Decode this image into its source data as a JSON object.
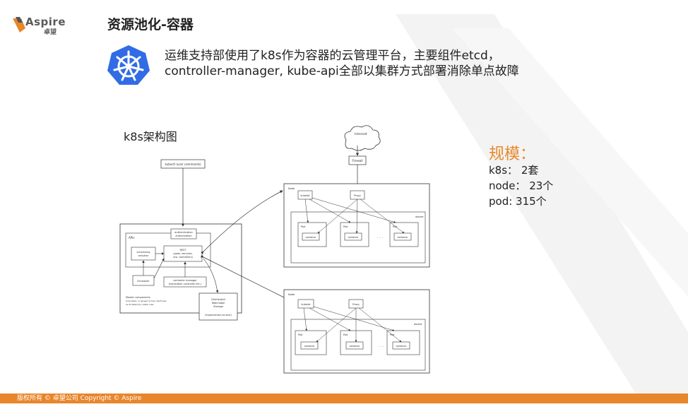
{
  "header": {
    "logo_text": "Aspire",
    "logo_sub": "卓望",
    "title": "资源池化-容器"
  },
  "intro": {
    "line1": "运维支持部使用了k8s作为容器的云管理平台，主要组件etcd，",
    "line2": "controller-manager, kube-api全部以集群方式部署消除单点故障"
  },
  "diagram": {
    "title": "k8s架构图",
    "internet": "Internet",
    "firewall": "Firewall",
    "kubectl": "kubectl (user commands)",
    "auth": "authentication\nauthorization",
    "api": "APIs",
    "rest": "REST\n(pods, services,\nrep. controllers)",
    "scheduling": "scheduling\nactuator",
    "scheduler": "Scheduler",
    "controller_manager": "controller manager\n(replication controller etc.)",
    "master_components": "Master components\nColocated, or spread across machines,\nas dictated by cluster size.",
    "distributed_storage": "Distributed\nWatchable\nStorage",
    "etcd_note": "(implemented via etcd)",
    "node": "Node",
    "kubelet": "kubelet",
    "proxy": "Proxy",
    "docker": "docker",
    "pod": "Pod",
    "container": "container",
    "ellipsis": "· · ·"
  },
  "scale": {
    "title": "规模：",
    "k8s": "k8s： 2套",
    "node": "node： 23个",
    "pod": "pod: 315个"
  },
  "footer": {
    "copyright": "版权所有 © 卓望公司 Copyright © Aspire"
  },
  "colors": {
    "accent": "#E8862B",
    "k8s_blue": "#326CE5"
  }
}
